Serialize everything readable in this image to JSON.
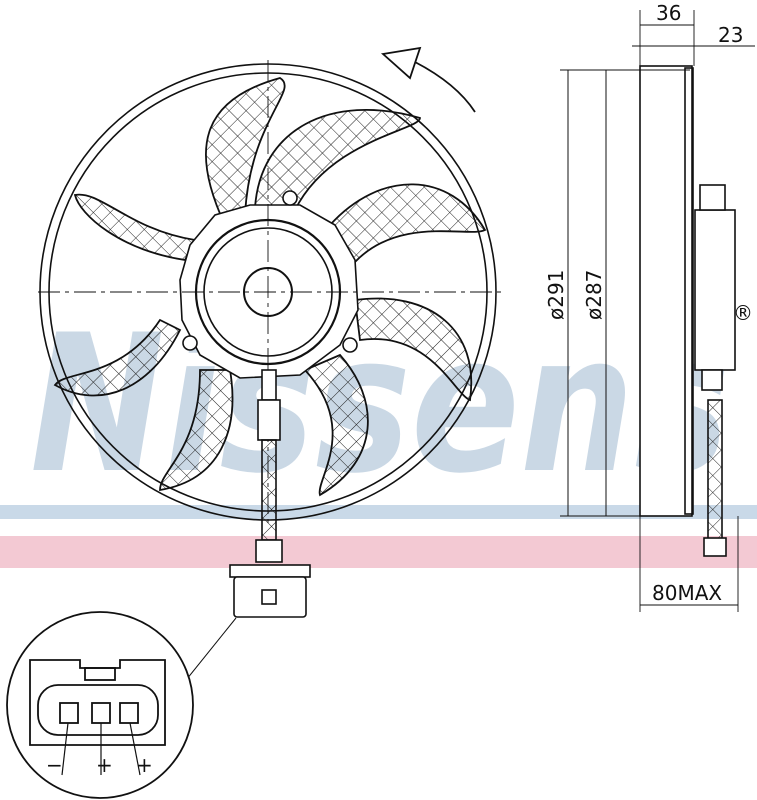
{
  "watermark": {
    "text": "Nissens",
    "registered_mark": "®",
    "color": "#8aa9c6"
  },
  "dimensions": {
    "depth_1": "36",
    "depth_2": "23",
    "outer_diameter": "ø291",
    "inner_diameter": "ø287",
    "max_depth": "80MAX"
  },
  "connector": {
    "pins": [
      {
        "label": "−"
      },
      {
        "label": "+"
      },
      {
        "label": "+"
      }
    ]
  },
  "colors": {
    "line": "#111111",
    "band_blue": "#c9d9e8",
    "band_pink": "#f3c9d3"
  }
}
